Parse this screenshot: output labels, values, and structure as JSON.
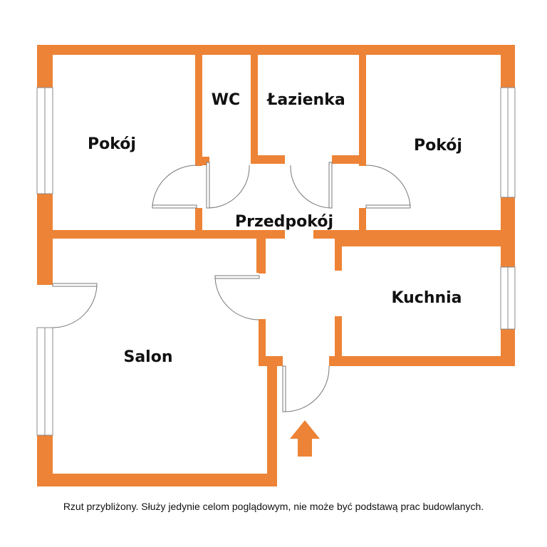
{
  "plan": {
    "wall_color": "#ED8336",
    "rooms": [
      {
        "id": "pokoj-left",
        "label": "Pokój"
      },
      {
        "id": "wc",
        "label": "WC"
      },
      {
        "id": "lazienka",
        "label": "Łazienka"
      },
      {
        "id": "pokoj-right",
        "label": "Pokój"
      },
      {
        "id": "przedpokoj",
        "label": "Przedpokój"
      },
      {
        "id": "kuchnia",
        "label": "Kuchnia"
      },
      {
        "id": "salon",
        "label": "Salon"
      }
    ],
    "entrance_icon": "arrow-up-icon"
  },
  "caption": "Rzut przybliżony. Służy jedynie celom poglądowym, nie może być podstawą prac budowlanych."
}
